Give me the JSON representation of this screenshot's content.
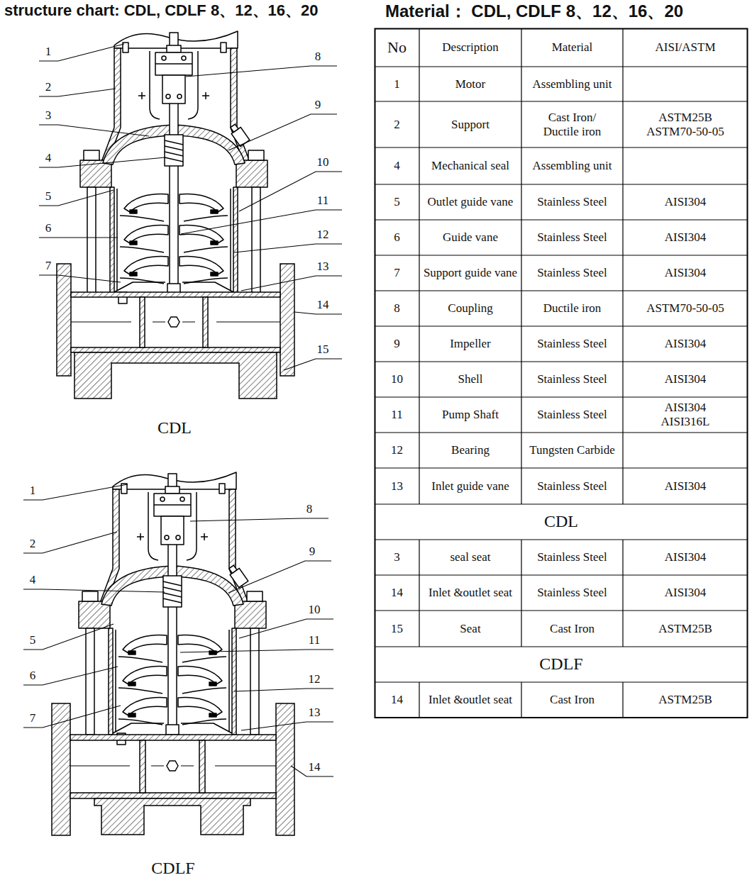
{
  "diagram": {
    "title": "structure chart: CDL, CDLF 8、12、16、20",
    "labels": [
      "Material： CDL, CDLF 8、12、16、20",
      "1",
      "2",
      "3",
      "4",
      "5",
      "6",
      "7",
      "8",
      "9",
      "10",
      "11",
      "12",
      "13",
      "14",
      "15",
      "CDL",
      "1",
      "2",
      "4",
      "5",
      "6",
      "7",
      "8",
      "9",
      "10",
      "11",
      "12",
      "13",
      "14",
      "CDLF",
      "No",
      "Description",
      "Material",
      "AISI/ASTM",
      "1",
      "Motor",
      "Assembling unit",
      "2",
      "Support",
      "Cast Iron/ Ductile iron",
      "ASTM25B ASTM70-50-05",
      "4",
      "Mechanical seal",
      "Assembling unit",
      "5",
      "Outlet guide vane",
      "Stainless Steel",
      "AISI304",
      "6",
      "Guide vane",
      "Stainless Steel",
      "AISI304",
      "7",
      "Support guide vane",
      "Stainless Steel",
      "AISI304",
      "8",
      "Coupling",
      "Ductile iron",
      "ASTM70-50-05",
      "9",
      "Impeller",
      "Stainless Steel",
      "AISI304",
      "10",
      "Shell",
      "Stainless Steel",
      "AISI304",
      "11",
      "Pump Shaft",
      "Stainless Steel",
      "AISI304 AISI316L",
      "12",
      "Bearing",
      "Tungsten Carbide",
      "13",
      "Inlet guide vane",
      "Stainless Steel",
      "AISI304",
      "CDL",
      "3",
      "seal seat",
      "Stainless Steel",
      "AISI304",
      "14",
      "Inlet &outlet seat",
      "Stainless Steel",
      "AISI304",
      "15",
      "Seat",
      "Cast Iron",
      "ASTM25B",
      "CDLF",
      "14",
      "Inlet &outlet seat",
      "Cast Iron",
      "ASTM25B"
    ]
  }
}
